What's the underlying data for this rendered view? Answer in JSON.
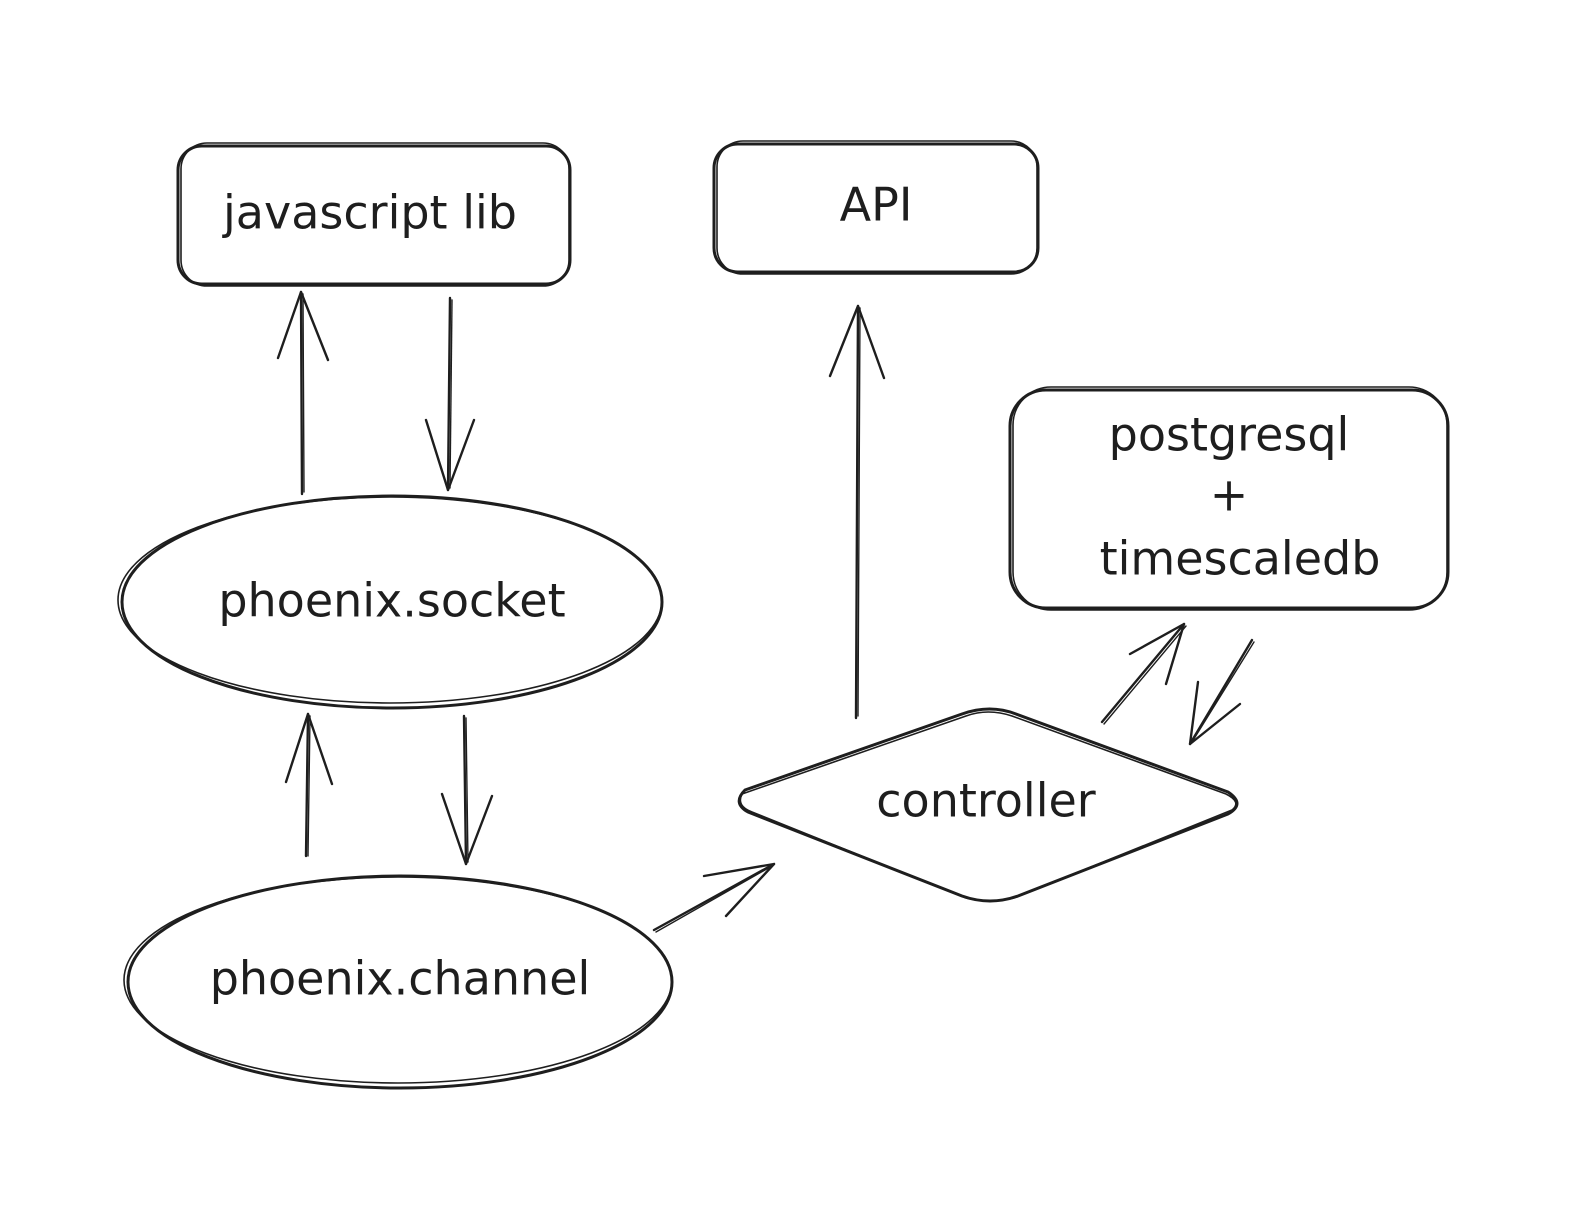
{
  "nodes": {
    "javascript_lib": "javascript lib",
    "api": "API",
    "postgresql": "postgresql",
    "plus": "+",
    "timescaledb": "timescaledb",
    "phoenix_socket": "phoenix.socket",
    "phoenix_channel": "phoenix.channel",
    "controller": "controller"
  },
  "colors": {
    "stroke": "#1e1e1e",
    "background": "#ffffff"
  }
}
